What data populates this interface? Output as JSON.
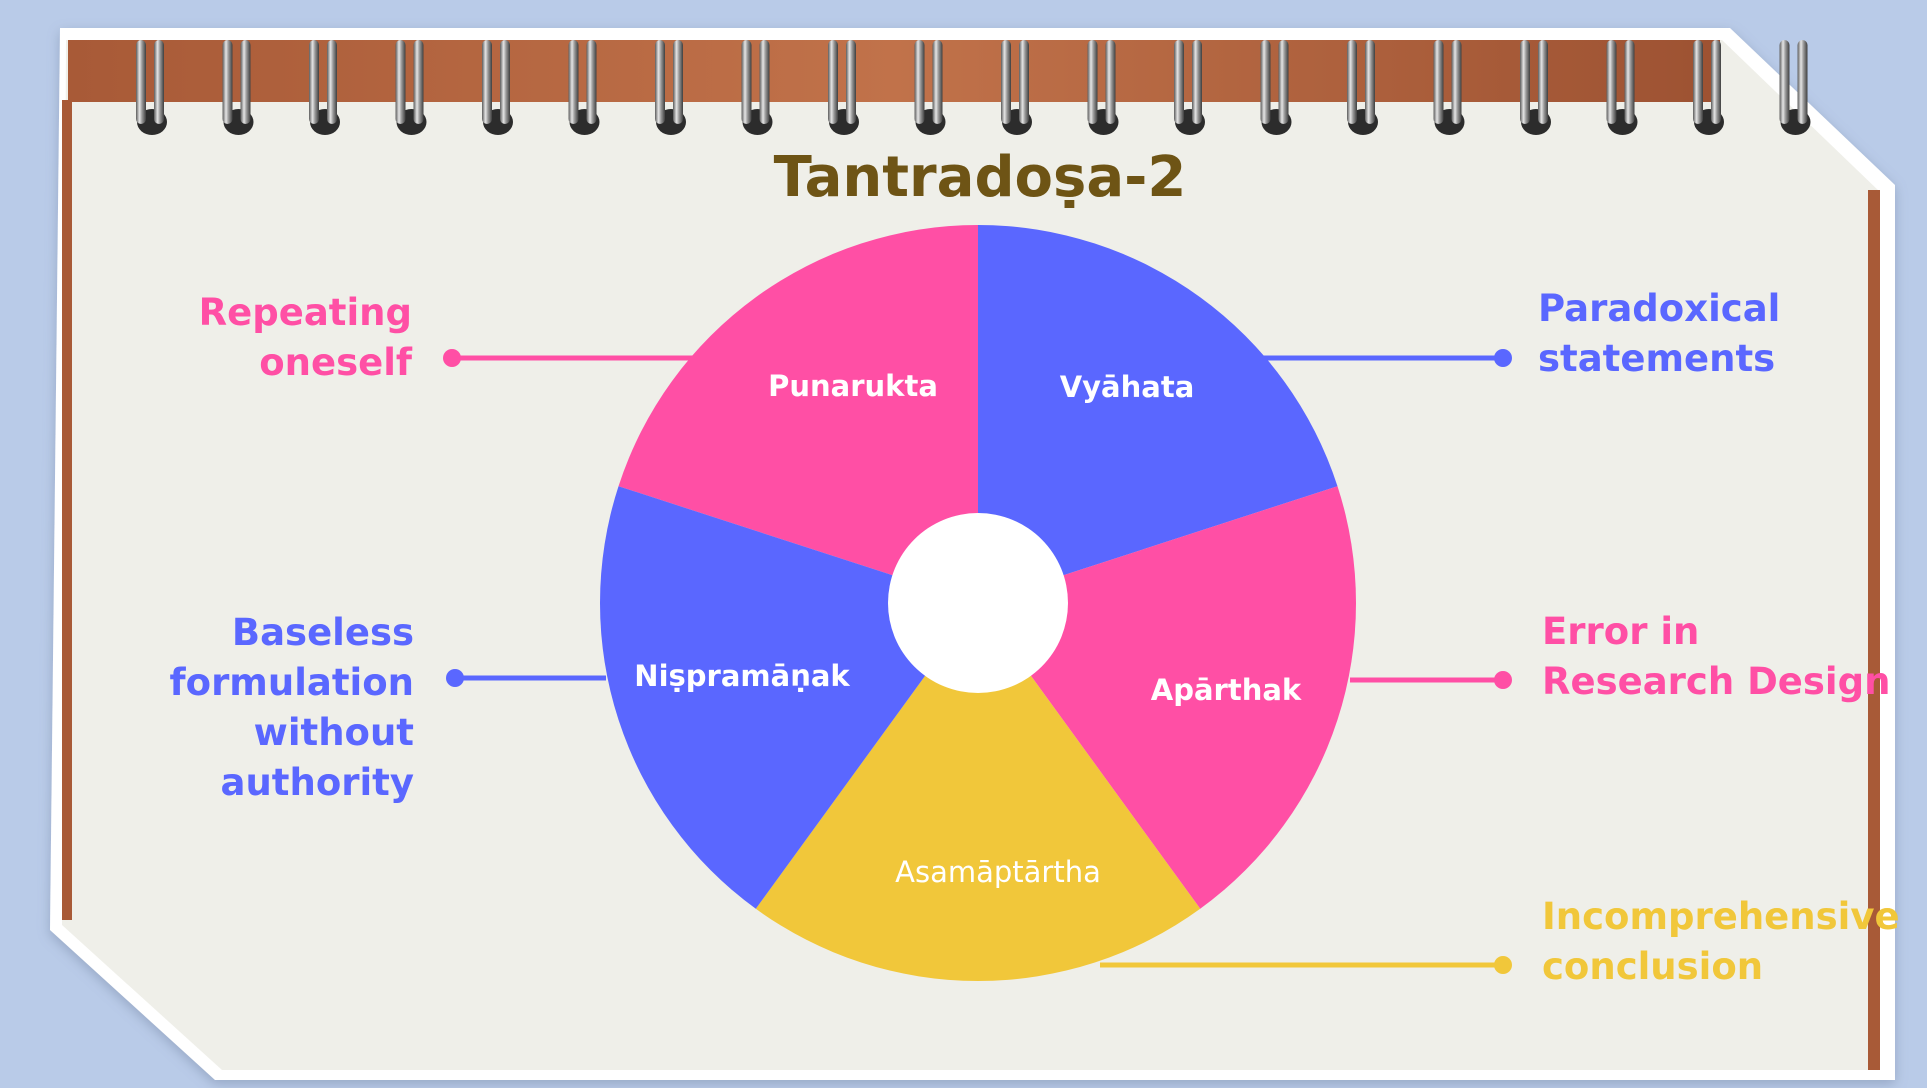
{
  "title": "Tantradoṣa-2",
  "colors": {
    "pink": "#ff4fa5",
    "blue": "#5a67ff",
    "yellow": "#f1c73a",
    "title": "#6e5415",
    "paper": "#efefe9",
    "background": "#b9cbe8"
  },
  "segments": [
    {
      "label": "Punarukta",
      "color": "#ff4fa5"
    },
    {
      "label": "Vyāhata",
      "color": "#5a67ff"
    },
    {
      "label": "Apārthak",
      "color": "#ff4fa5"
    },
    {
      "label": "Asamāptārtha",
      "color": "#f1c73a"
    },
    {
      "label": "Niṣpramāṇak",
      "color": "#5a67ff"
    }
  ],
  "callouts": {
    "repeating": {
      "lines": [
        "Repeating",
        "oneself"
      ],
      "color": "#ff4fa5"
    },
    "baseless": {
      "lines": [
        "Baseless",
        "formulation",
        "without",
        "authority"
      ],
      "color": "#5a67ff"
    },
    "paradoxical": {
      "lines": [
        "Paradoxical",
        "statements"
      ],
      "color": "#5a67ff"
    },
    "error": {
      "lines": [
        "Error in",
        "Research Design"
      ],
      "color": "#ff4fa5"
    },
    "incomprehensive": {
      "lines": [
        "Incomprehensive",
        "conclusion"
      ],
      "color": "#f1c73a"
    }
  }
}
